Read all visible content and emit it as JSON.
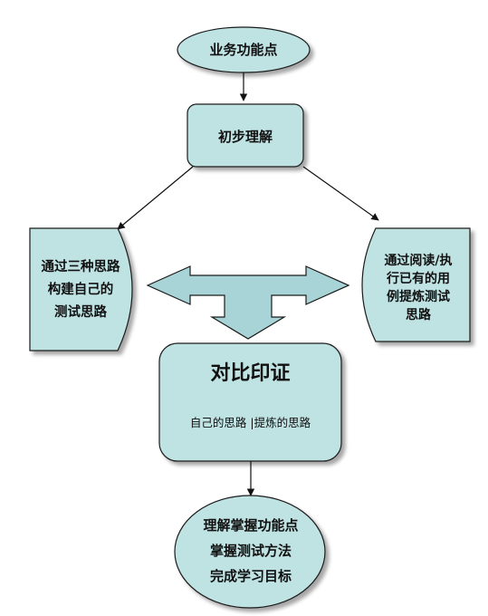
{
  "nodes": {
    "start": "业务功能点",
    "understand": "初步理解",
    "left": [
      "通过三种思路",
      "构建自己的",
      "测试思路"
    ],
    "right": [
      "通过阅读/执",
      "行已有的用",
      "例提炼测试",
      "思路"
    ],
    "compare_title": "对比印证",
    "compare_sub": "自己的思路 |提炼的思路",
    "end": [
      "理解掌握功能点",
      "掌握测试方法",
      "完成学习目标"
    ]
  },
  "colors": {
    "fill": "#bfe2e3",
    "arrow_fill": "#a8d4d8",
    "stroke": "#1a1a1a"
  }
}
